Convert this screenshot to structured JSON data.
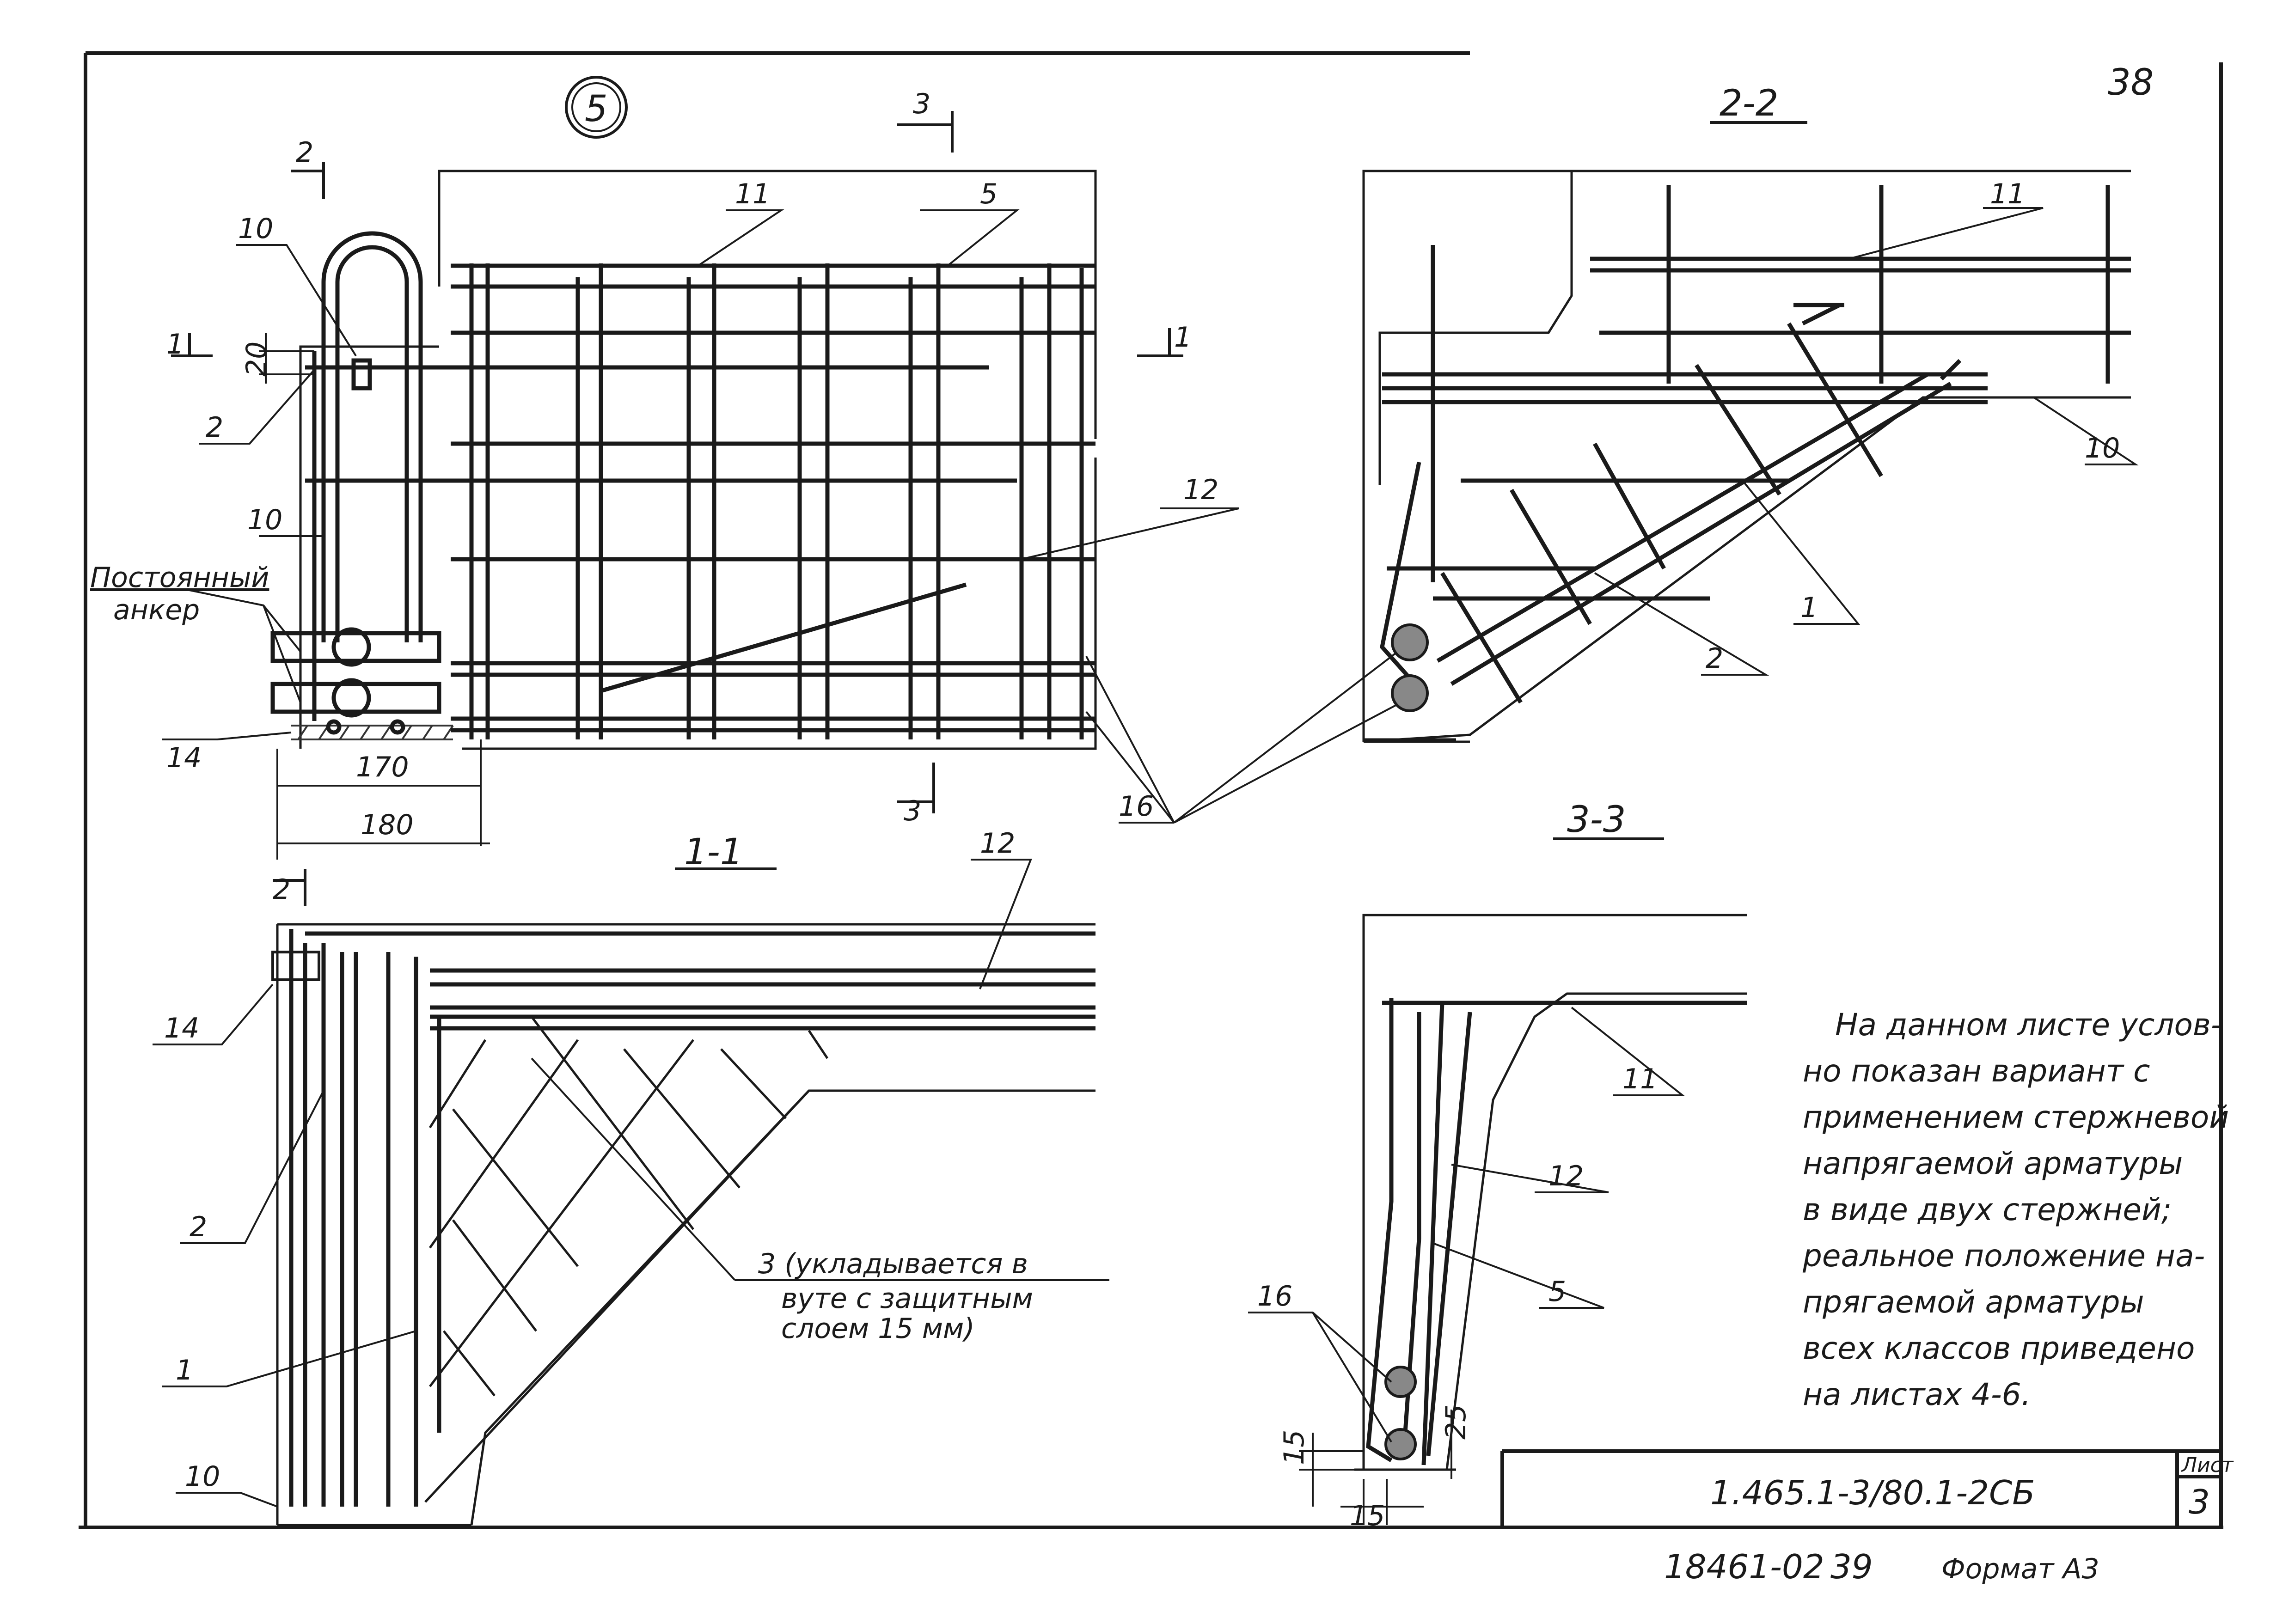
{
  "sheet": {
    "page_number": "38",
    "detail_number": "5",
    "colors": {
      "ink": "#1a1a1a",
      "paper": "#ffffff",
      "hatch": "#333333"
    }
  },
  "elevation": {
    "cut_markers": {
      "c2_top": "2",
      "c2_bottom": "2",
      "c1_left": "1",
      "c1_right": "1",
      "c3_top": "3",
      "c3_bottom": "3"
    },
    "dims": {
      "d20": "20",
      "d10": "10",
      "d170": "170",
      "d180": "180"
    },
    "labels": {
      "l10": "10",
      "l11": "11",
      "l5": "5",
      "l2": "2",
      "l12": "12",
      "l14": "14",
      "l16": "16"
    },
    "anchor_line1": "Постоянный",
    "anchor_line2": "анкер"
  },
  "section_2_2": {
    "title": "2-2",
    "labels": {
      "l11": "11",
      "l10": "10",
      "l1": "1",
      "l2": "2"
    }
  },
  "section_1_1": {
    "title": "1-1",
    "labels": {
      "l12": "12",
      "l14": "14",
      "l2": "2",
      "l1": "1",
      "l10": "10"
    },
    "note3_line1": "3 (укладывается в",
    "note3_line2": "вуте с защитным",
    "note3_line3": "слоем 15 мм)"
  },
  "section_3_3": {
    "title": "3-3",
    "labels": {
      "l11": "11",
      "l12": "12",
      "l5": "5",
      "l16": "16"
    },
    "dims": {
      "d15a": "15",
      "d25": "25",
      "d15b": "15"
    }
  },
  "note": {
    "lines": [
      "На данном листе услов-",
      "но показан вариант с",
      "применением стержневой",
      "напрягаемой арматуры",
      "в виде двух стержней;",
      "реальное положение на-",
      "прягаемой арматуры",
      "всех классов приведено",
      "на листах 4-6."
    ]
  },
  "title_block": {
    "doc_code": "1.465.1-3/80.1-2СБ",
    "sheet_label": "Лист",
    "sheet_number": "3"
  },
  "footer": {
    "inventory": "18461-02",
    "copy": "39",
    "format": "Формат А3"
  }
}
